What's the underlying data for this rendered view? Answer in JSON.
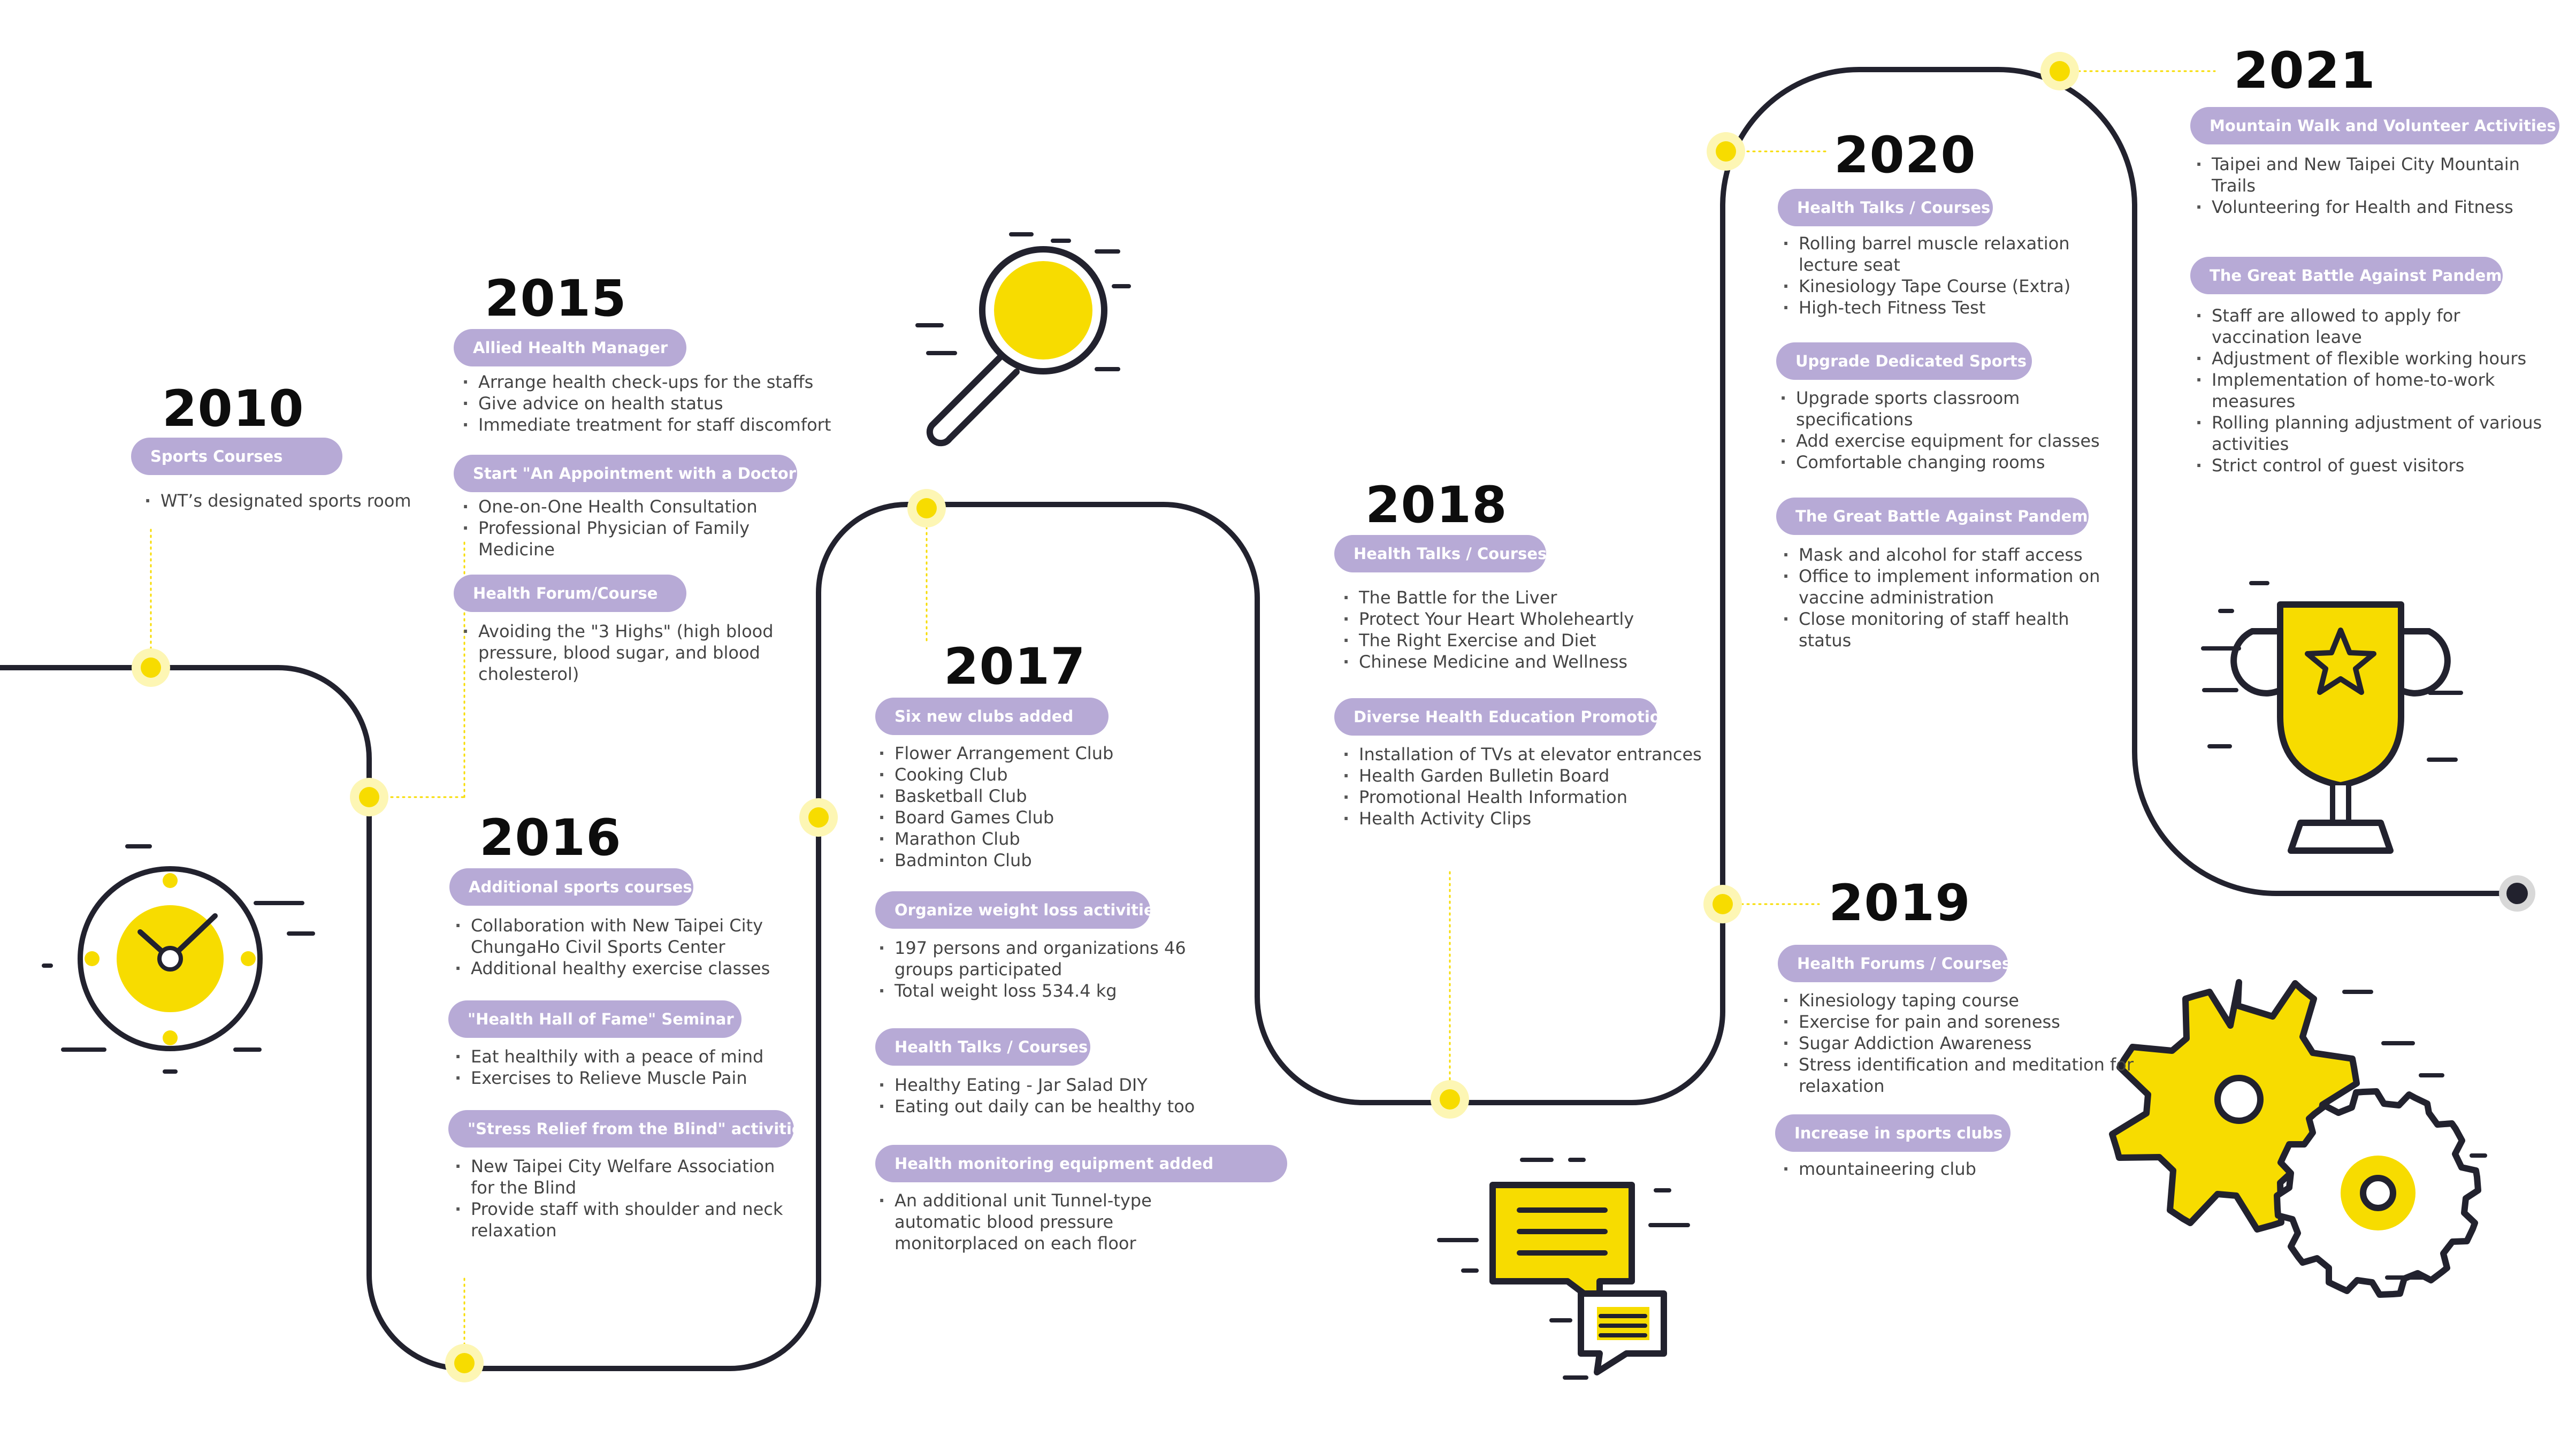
{
  "colors": {
    "track": "#22222e",
    "accent": "#f7dc00",
    "accent_light": "#fdf6b4",
    "pill": "#b7aad6",
    "pill_text": "#ffffff",
    "text": "#444444",
    "year_text": "#0d0d0d"
  },
  "icons": [
    "clock-icon",
    "magnifier-icon",
    "chat-bubbles-icon",
    "gears-icon",
    "trophy-icon"
  ],
  "timeline": [
    {
      "year": "2010",
      "sections": [
        {
          "title": "Sports Courses",
          "items": [
            "WT’s designated sports room"
          ]
        }
      ]
    },
    {
      "year": "2015",
      "sections": [
        {
          "title": "Allied Health Manager",
          "items": [
            "Arrange health check-ups for the staffs",
            "Give advice on health status",
            "Immediate treatment for staff discomfort"
          ]
        },
        {
          "title": "Start \"An Appointment with a Doctor\"",
          "items": [
            "One-on-One Health Consultation",
            "Professional Physician of Family Medicine"
          ]
        },
        {
          "title": "Health Forum/Course",
          "items": [
            "Avoiding the \"3 Highs\" (high blood pressure, blood sugar, and blood cholesterol)"
          ]
        }
      ]
    },
    {
      "year": "2016",
      "sections": [
        {
          "title": "Additional sports courses",
          "items": [
            "Collaboration with New Taipei City ChungaHo Civil Sports Center",
            "Additional healthy exercise classes"
          ]
        },
        {
          "title": "\"Health Hall of Fame\" Seminar",
          "items": [
            "Eat healthily with a peace of mind",
            "Exercises to Relieve Muscle Pain"
          ]
        },
        {
          "title": "\"Stress Relief from the Blind\" activities",
          "items": [
            "New Taipei City Welfare Association for the Blind",
            "Provide staff with shoulder and neck relaxation"
          ]
        }
      ]
    },
    {
      "year": "2017",
      "sections": [
        {
          "title": "Six new clubs added",
          "items": [
            "Flower Arrangement Club",
            "Cooking Club",
            "Basketball Club",
            "Board Games Club",
            "Marathon Club",
            "Badminton Club"
          ]
        },
        {
          "title": "Organize weight loss activities",
          "items": [
            "197 persons and organizations 46 groups participated",
            "Total weight loss 534.4 kg"
          ]
        },
        {
          "title": "Health Talks / Courses",
          "items": [
            "Healthy Eating - Jar Salad DIY",
            "Eating out daily can be healthy too"
          ]
        },
        {
          "title": "Health monitoring equipment added",
          "items": [
            "An additional unit Tunnel-type automatic blood pressure monitorplaced on each floor"
          ]
        }
      ]
    },
    {
      "year": "2018",
      "sections": [
        {
          "title": "Health Talks / Courses",
          "items": [
            "The Battle for the Liver",
            "Protect Your Heart Wholeheartly",
            "The Right Exercise and Diet",
            "Chinese Medicine and Wellness"
          ]
        },
        {
          "title": "Diverse Health Education Promotion",
          "items": [
            "Installation of TVs at elevator entrances",
            "Health Garden Bulletin Board",
            "Promotional Health Information",
            "Health Activity Clips"
          ]
        }
      ]
    },
    {
      "year": "2019",
      "sections": [
        {
          "title": "Health Forums / Courses",
          "items": [
            "Kinesiology taping course",
            "Exercise for pain and soreness",
            "Sugar Addiction Awareness",
            "Stress identification and meditation for relaxation"
          ]
        },
        {
          "title": "Increase in sports clubs",
          "items": [
            "mountaineering club"
          ]
        }
      ]
    },
    {
      "year": "2020",
      "sections": [
        {
          "title": "Health Talks / Courses",
          "items": [
            "Rolling barrel muscle relaxation lecture seat",
            "Kinesiology Tape Course (Extra)",
            "High-tech Fitness Test"
          ]
        },
        {
          "title": "Upgrade Dedicated Sports Classroom",
          "items": [
            "Upgrade sports classroom specifications",
            "Add exercise equipment for classes",
            "Comfortable changing rooms"
          ]
        },
        {
          "title": "The Great Battle Against Pandemic",
          "items": [
            "Mask and alcohol for staff access",
            "Office to implement information on vaccine administration",
            "Close monitoring of staff health status"
          ]
        }
      ]
    },
    {
      "year": "2021",
      "sections": [
        {
          "title": "Mountain Walk and Volunteer Activities",
          "items": [
            "Taipei and New Taipei City Mountain Trails",
            "Volunteering for Health and Fitness"
          ]
        },
        {
          "title": "The Great Battle Against Pandemic",
          "items": [
            "Staff are allowed to apply for vaccination leave",
            "Adjustment of flexible working hours",
            "Implementation of home-to-work measures",
            "Rolling planning adjustment of various activities",
            "Strict control of guest visitors"
          ]
        }
      ]
    }
  ]
}
